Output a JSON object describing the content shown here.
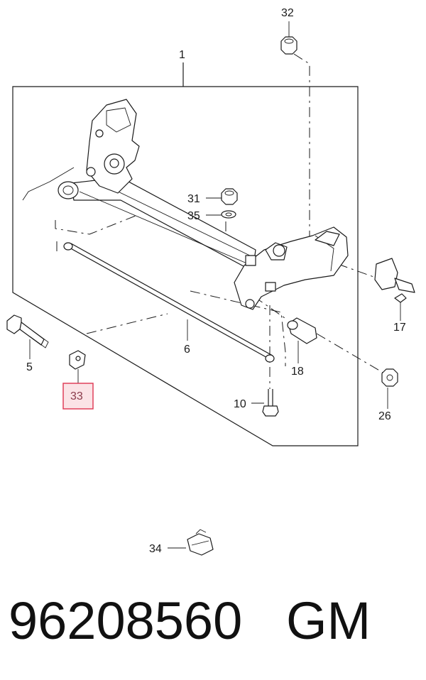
{
  "callouts": {
    "c1": "1",
    "c5": "5",
    "c6": "6",
    "c10": "10",
    "c17": "17",
    "c18": "18",
    "c26": "26",
    "c31": "31",
    "c32": "32",
    "c33": "33",
    "c34": "34",
    "c35": "35"
  },
  "highlight_color": "#e0405a",
  "footer": {
    "part_number": "96208560",
    "brand": "GM"
  }
}
